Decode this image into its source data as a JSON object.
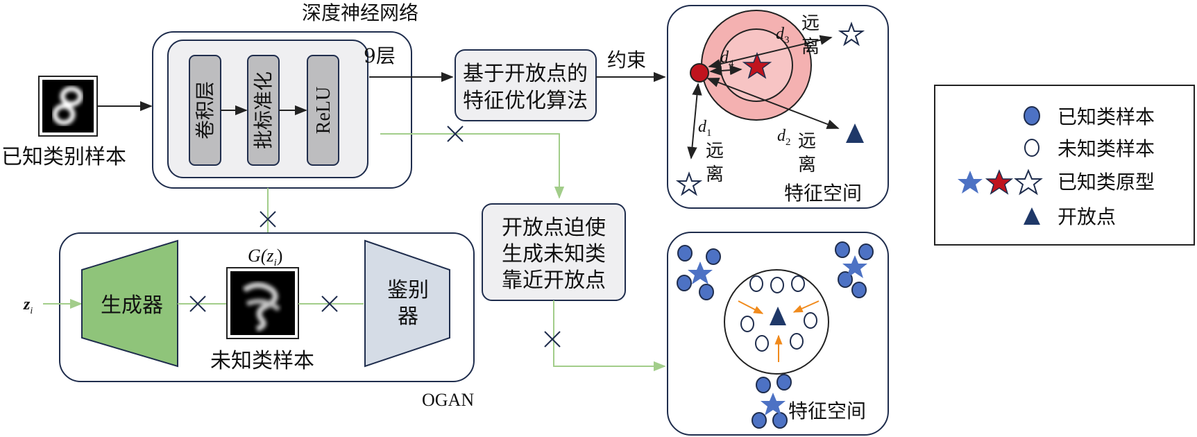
{
  "input": {
    "label": "已知类别样本"
  },
  "dnn": {
    "title": "深度神经网络",
    "layers_note": "9层",
    "blocks": [
      "卷积层",
      "批标准化",
      "ReLU"
    ]
  },
  "algo_box": {
    "line1": "基于开放点的",
    "line2": "特征优化算法"
  },
  "constraint_label": "约束",
  "feature_space_top": {
    "label": "特征空间",
    "d1": "d",
    "d1_sub": "1",
    "d2": "d",
    "d2_sub": "2",
    "d3": "d",
    "d3_sub": "3",
    "d4": "d",
    "d4_sub": "4",
    "far_1": "远",
    "far_2": "离"
  },
  "legend": {
    "items": [
      {
        "label": "已知类样本"
      },
      {
        "label": "未知类样本"
      },
      {
        "label": "已知类原型"
      },
      {
        "label": "开放点"
      }
    ]
  },
  "force_box": {
    "line1": "开放点迫使",
    "line2": "生成未知类",
    "line3": "靠近开放点"
  },
  "ogan": {
    "label": "OGAN",
    "z_input": "z",
    "z_sub": "i",
    "generator": "生成器",
    "gz_label": "G(z",
    "gz_sub": "i",
    "gz_close": ")",
    "unknown_label": "未知类样本",
    "disc_line1": "鉴别",
    "disc_line2": "器"
  },
  "feature_space_bottom": {
    "label": "特征空间"
  },
  "colors": {
    "panel_border": "#1f2d4d",
    "panel_fill": "#ffffff",
    "inner_fill": "#efeff1",
    "block_fill": "#bdbdbf",
    "generator_fill": "#8fc47a",
    "disc_fill": "#d5dce6",
    "pink_outer": "#f4b1b1",
    "pink_inner": "#f7c4c4",
    "red": "#c0141e",
    "blue": "#4d72c4",
    "navy": "#1f3868",
    "green_line": "#a2cd8a",
    "orange": "#f08a1c"
  }
}
